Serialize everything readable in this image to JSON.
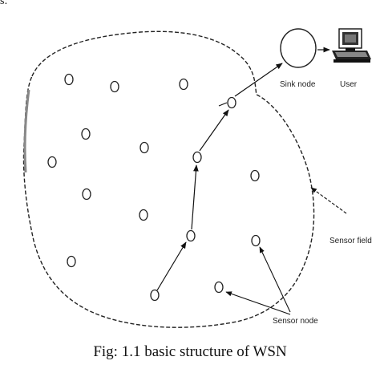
{
  "figure": {
    "corner_fragment": "s:",
    "caption": "Fig: 1.1 basic structure of WSN",
    "labels": {
      "sink_node": "Sink node",
      "user": "User",
      "sensor_field": "Sensor field",
      "sensor_node": "Sensor node"
    },
    "icons": {
      "computer": "computer-icon",
      "sink": "sink-node-circle"
    },
    "colors": {
      "line": "#111111",
      "field_edge": "#222222",
      "field_highlight": "#888888"
    }
  }
}
